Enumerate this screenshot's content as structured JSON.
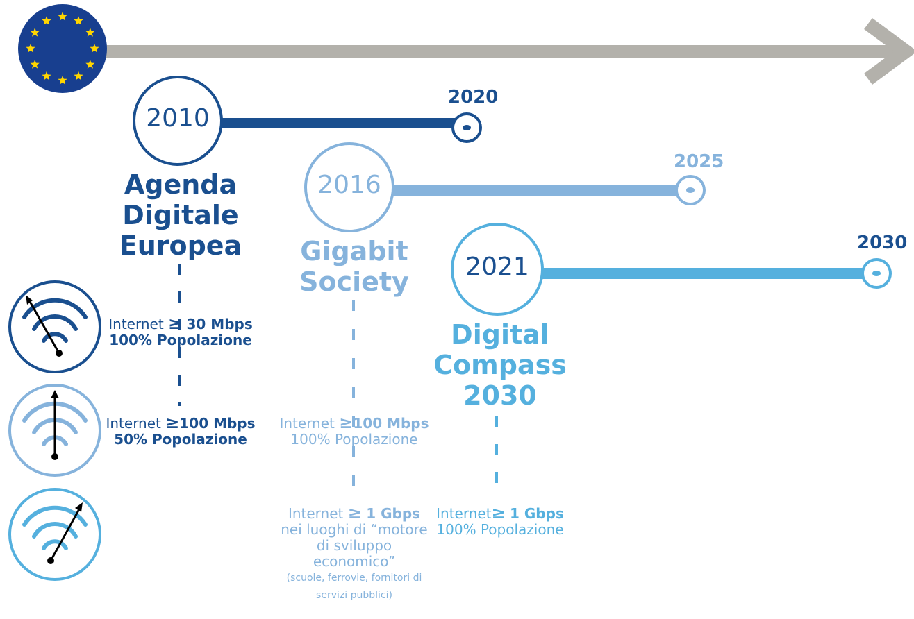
{
  "colors": {
    "eu_blue": "#183f8f",
    "eu_star": "#ffd500",
    "arrow_gray": "#b3b1ab",
    "dark_blue": "#1a4f8f",
    "mid_blue": "#86b3dc",
    "light_blue": "#55b0de"
  },
  "icons": [
    "eu-flag-icon",
    "timeline-arrow-icon",
    "speedometer-wifi-icon"
  ],
  "initiatives": [
    {
      "start": "2010",
      "end": "2020",
      "title": [
        "Agenda",
        "Digitale",
        "Europea"
      ],
      "targets": [
        {
          "prefix": "Internet",
          "symbol": "≥",
          "speed": "30 Mbps",
          "coverage": "100% Popolazione"
        },
        {
          "prefix": "Internet",
          "symbol": "≥",
          "speed": "100 Mbps",
          "coverage": "50% Popolazione"
        }
      ]
    },
    {
      "start": "2016",
      "end": "2025",
      "title": [
        "Gigabit",
        "Society"
      ],
      "targets": [
        {
          "prefix": "Internet",
          "symbol": "≥",
          "speed": "100 Mbps",
          "coverage": "100% Popolazione"
        },
        {
          "prefix": "Internet",
          "symbol": "≥",
          "speed": "1 Gbps",
          "lines": [
            "nei luoghi di “motore",
            "di sviluppo",
            "economico”"
          ],
          "note": "(scuole, ferrovie, fornitori di servizi pubblici)"
        }
      ]
    },
    {
      "start": "2021",
      "end": "2030",
      "title": [
        "Digital",
        "Compass",
        "2030"
      ],
      "targets": [
        {
          "prefix": "Internet",
          "symbol": "≥",
          "speed": "1 Gbps",
          "coverage": "100% Popolazione"
        }
      ]
    }
  ],
  "speed_gauges": [
    {
      "name": "30 Mbps",
      "color": "#1a4f8f"
    },
    {
      "name": "100 Mbps",
      "color": "#86b3dc"
    },
    {
      "name": "1 Gbps",
      "color": "#55b0de"
    }
  ]
}
